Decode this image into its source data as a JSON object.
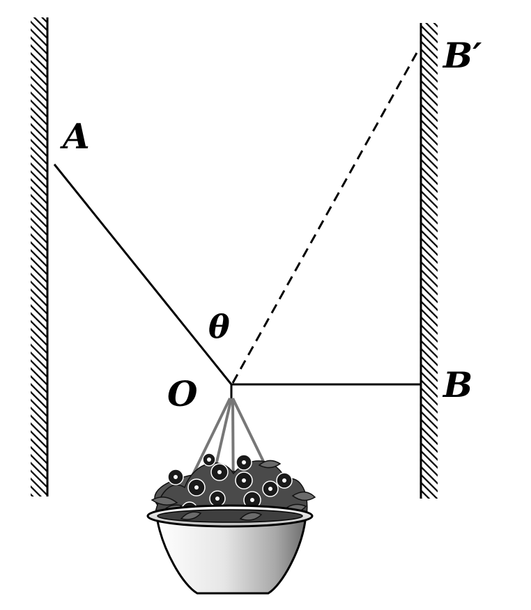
{
  "labels": {
    "point_a": "A",
    "point_b": "B",
    "point_b_prime": "B′",
    "point_o": "O",
    "angle": "θ"
  },
  "colors": {
    "ink": "#000000",
    "background": "#ffffff",
    "pot_light": "#f2f2f2",
    "pot_dark": "#8a8a8a"
  }
}
